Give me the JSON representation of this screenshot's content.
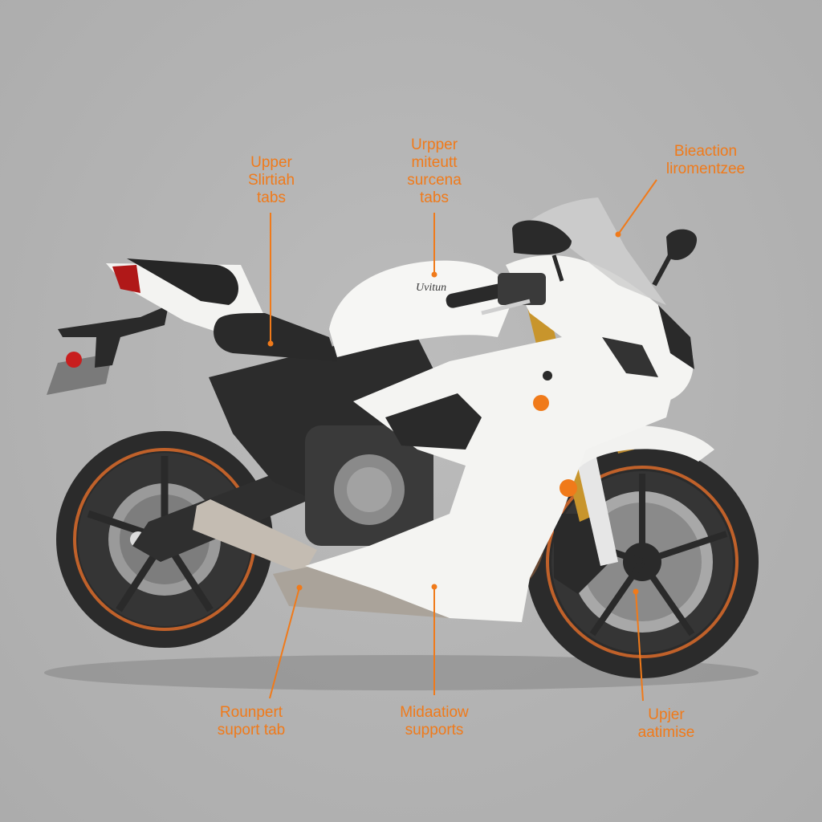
{
  "colors": {
    "accent": "#f07a1a",
    "background": "#b4b4b4",
    "fairing": "#f4f4f2",
    "frame": "#2c2c2c",
    "fork": "#c8952c"
  },
  "labels": {
    "top_left": [
      "Upper",
      "Slirtiah",
      "tabs"
    ],
    "top_center": [
      "Urpper",
      "miteutt",
      "surcena",
      "tabs"
    ],
    "top_right": [
      "Bieaction",
      "liromentzee"
    ],
    "bottom_left": [
      "Rounpert",
      "suport tab"
    ],
    "bottom_center": [
      "Midaatiow",
      "supports"
    ],
    "bottom_right": [
      "Upjer",
      "aatimise"
    ]
  },
  "tank_text": "Uvitun",
  "icons": [
    "motorcycle-illustration"
  ]
}
